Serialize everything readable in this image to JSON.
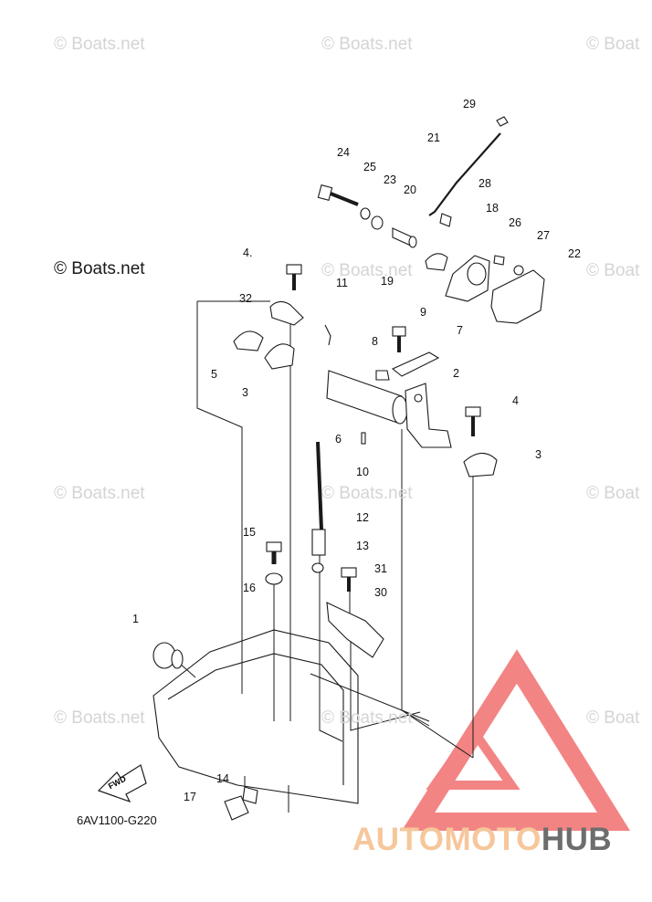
{
  "diagram": {
    "code": "6AV1100-G220",
    "fwd_label": "FWD",
    "watermark_text": "© Boats.net",
    "corner_watermark": "© Boats.net",
    "partial_watermark": "© Boat",
    "callouts": [
      "29",
      "21",
      "24",
      "25",
      "23",
      "20",
      "28",
      "18",
      "26",
      "27",
      "22",
      "4.",
      "19",
      "11",
      "32",
      "9",
      "7",
      "8",
      "5",
      "3",
      "2",
      "6",
      "4",
      "3",
      "10",
      "12",
      "15",
      "13",
      "31",
      "16",
      "30",
      "1",
      "14",
      "17"
    ]
  },
  "brand": {
    "part1": "AUTOMOTO",
    "part2": "HUB",
    "colors": {
      "accent": "#f5b48a",
      "triangle": "#ee4f4f",
      "text_gray": "#6d6d6d"
    }
  }
}
